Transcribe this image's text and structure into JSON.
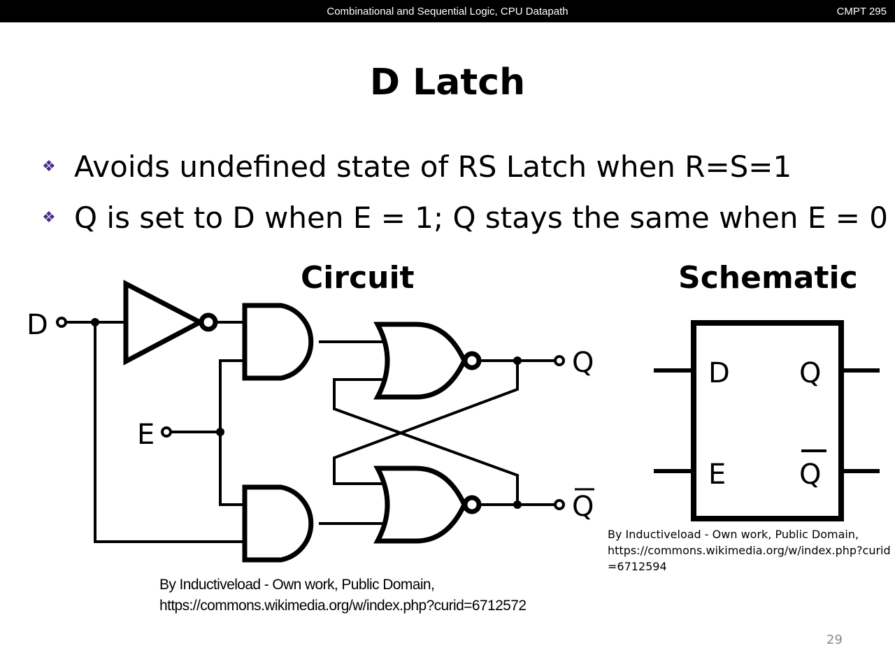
{
  "header": {
    "course_topic": "Combinational and Sequential Logic, CPU Datapath",
    "course_code": "CMPT 295"
  },
  "slide": {
    "title": "D Latch",
    "bullets": [
      "Avoids undefined state of RS Latch when R=S=1",
      "Q is set to D when E = 1; Q stays the same when E = 0"
    ],
    "bullet_icon": "diamond-cluster-icon",
    "bullet_color": "#4b2a8c",
    "circuit_heading": "Circuit",
    "schematic_heading": "Schematic",
    "circuit_labels": {
      "d": "D",
      "e": "E",
      "q": "Q",
      "q_bar": "Q"
    },
    "schematic_labels": {
      "d": "D",
      "e": "E",
      "q": "Q",
      "q_bar": "Q"
    },
    "credit_circuit": [
      "By Inductiveload - Own work, Public Domain,",
      "https://commons.wikimedia.org/w/index.php?curid=6712572"
    ],
    "credit_schematic": [
      "By Inductiveload - Own work, Public Domain,",
      "https://commons.wikimedia.org/w/index.php?curid=6712594"
    ],
    "page_number": "29"
  }
}
